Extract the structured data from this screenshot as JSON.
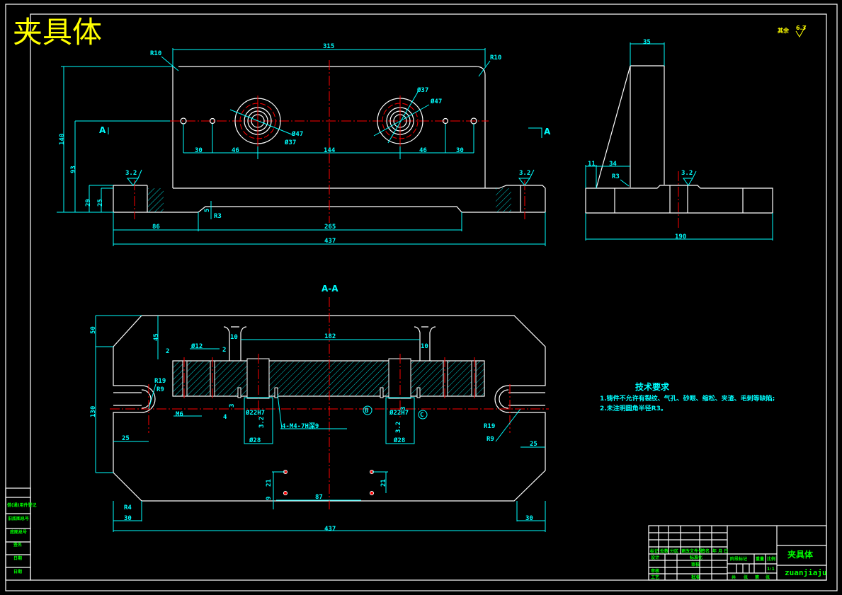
{
  "drawing": {
    "title": "夹具体",
    "roughness_note": {
      "label": "其余",
      "value": "6.3"
    },
    "section_label": "A-A",
    "section_marker": "A"
  },
  "front_view": {
    "dims": {
      "top_width": "315",
      "r_left": "R10",
      "r_right": "R10",
      "d47_left": "Ø47",
      "d37_left": "Ø37",
      "d37_right": "Ø37",
      "d47_right": "Ø47",
      "h_total": "140",
      "h_mid": "93",
      "h_base1": "29",
      "h_base2": "25",
      "x_30_left": "30",
      "x_46_left": "46",
      "x_144": "144",
      "x_46_right": "46",
      "x_30_right": "30",
      "x_86": "86",
      "x_265": "265",
      "x_437": "437",
      "r3": "R3",
      "slot_h": "5",
      "rough_left": "3.2",
      "rough_right": "3.2"
    }
  },
  "side_view": {
    "dims": {
      "top_width": "35",
      "w_11": "11",
      "w_34": "34",
      "r3": "R3",
      "base_width": "190",
      "rough": "3.2"
    }
  },
  "section_view": {
    "dims": {
      "h_50": "50",
      "h_45": "45",
      "h_130": "130",
      "w_2a": "2",
      "d12": "Ø12",
      "w_2b": "2",
      "w_10a": "10",
      "w_182": "182",
      "w_10b": "10",
      "r19_left": "R19",
      "r9_left": "R9",
      "r19_right": "R19",
      "r9_right": "R9",
      "m6": "M6",
      "w_4": "4",
      "h_3a": "3",
      "h_3b": "3",
      "d22_left": "Ø22H7",
      "d22_right": "Ø22H7",
      "d28_left": "Ø28",
      "d28_right": "Ø28",
      "thread_note": "4-M4-7H深9",
      "w_25_left": "25",
      "w_25_right": "25",
      "rough_a": "3.2",
      "rough_b": "3.2",
      "datum_b": "B",
      "datum_c": "C",
      "r4": "R4",
      "w_30_left": "30",
      "w_30_right": "30",
      "w_87": "87",
      "h_21_left": "21",
      "h_21_right": "21",
      "h_9": "9",
      "w_437": "437"
    }
  },
  "tech_requirements": {
    "heading": "技术要求",
    "items": [
      "1.铸件不允许有裂纹、气孔、砂眼、缩松、夹渣、毛刺等缺陷;",
      "2.未注明圆角半径R3。"
    ]
  },
  "left_strip": {
    "items": [
      "借(通)用件登记",
      "旧底图总号",
      "底图总号",
      "签名",
      "日期",
      "日期"
    ]
  },
  "title_block": {
    "part_name": "夹具体",
    "drawing_code": "zuanjiaju",
    "header_row": [
      "标记",
      "处数",
      "分区",
      "更改文件号",
      "签名",
      "年 月 日"
    ],
    "roles": [
      "设计",
      "审核",
      "工艺"
    ],
    "mid_labels": [
      "标准化",
      "审核",
      "批准"
    ],
    "stage_labels": [
      "阶段标记",
      "重量",
      "比例"
    ],
    "scale": "1:1",
    "sheet_labels": [
      "共",
      "张",
      "第",
      "张"
    ]
  }
}
